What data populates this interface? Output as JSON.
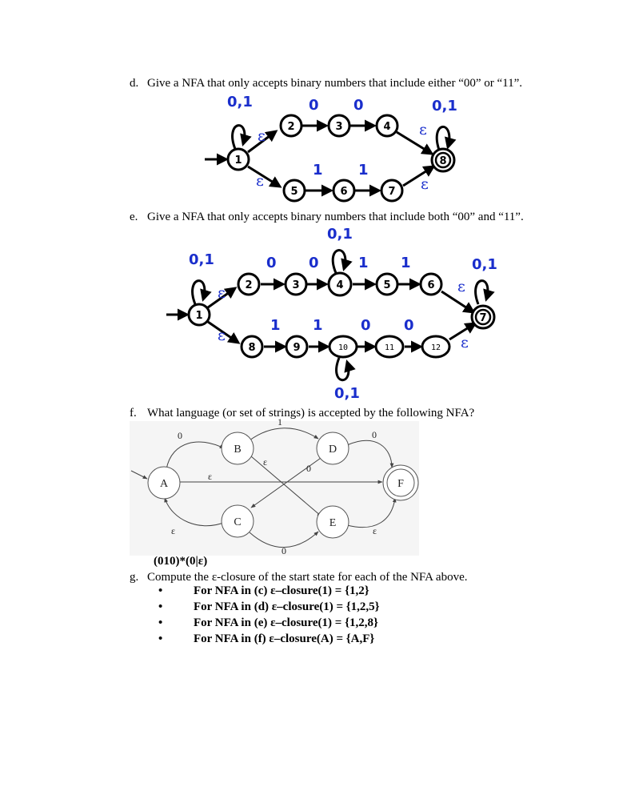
{
  "questions": {
    "d": {
      "letter": "d.",
      "text": "Give a NFA that only accepts binary numbers that include either “00” or “11”."
    },
    "e": {
      "letter": "e.",
      "text": "Give a NFA that only accepts binary numbers that include both “00” and “11”."
    },
    "f": {
      "letter": "f.",
      "text": "What language (or set of strings) is accepted by the following NFA?"
    },
    "g": {
      "letter": "g.",
      "text": "Compute the ε-closure of the start state for each of the NFA above."
    }
  },
  "nfa_d": {
    "states": [
      "1",
      "2",
      "3",
      "4",
      "5",
      "6",
      "7",
      "8"
    ],
    "labels": {
      "loop1": "0,1",
      "loop8": "0,1",
      "top_a": "0",
      "top_b": "0",
      "bot_a": "1",
      "bot_b": "1",
      "eps": "ε"
    }
  },
  "nfa_e": {
    "states": [
      "1",
      "2",
      "3",
      "4",
      "5",
      "6",
      "7",
      "8",
      "9",
      "10",
      "11",
      "12"
    ],
    "labels": {
      "loop1": "0,1",
      "loop4": "0,1",
      "loop7": "0,1",
      "loop10": "0,1",
      "t0a": "0",
      "t0b": "0",
      "t1a": "1",
      "t1b": "1",
      "b1a": "1",
      "b1b": "1",
      "b0a": "0",
      "b0b": "0",
      "eps": "ε"
    }
  },
  "nfa_f": {
    "states": [
      "A",
      "B",
      "C",
      "D",
      "E",
      "F"
    ],
    "labels": {
      "ab": "0",
      "bd": "1",
      "df": "0",
      "af": "ε",
      "be": "ε",
      "dc": "0",
      "ce": "0",
      "ac": "ε",
      "ef": "ε"
    }
  },
  "answer_f": "(010)*(0|ε)",
  "closures": [
    "For NFA in (c)  ε–closure(1) = {1,2}",
    "For NFA in (d)  ε–closure(1) = {1,2,5}",
    "For NFA in (e)  ε–closure(1) = {1,2,8}",
    "For NFA in (f)  ε–closure(A) = {A,F}"
  ],
  "colors": {
    "accent_blue": "#1a2ecc",
    "ink": "#000000"
  }
}
